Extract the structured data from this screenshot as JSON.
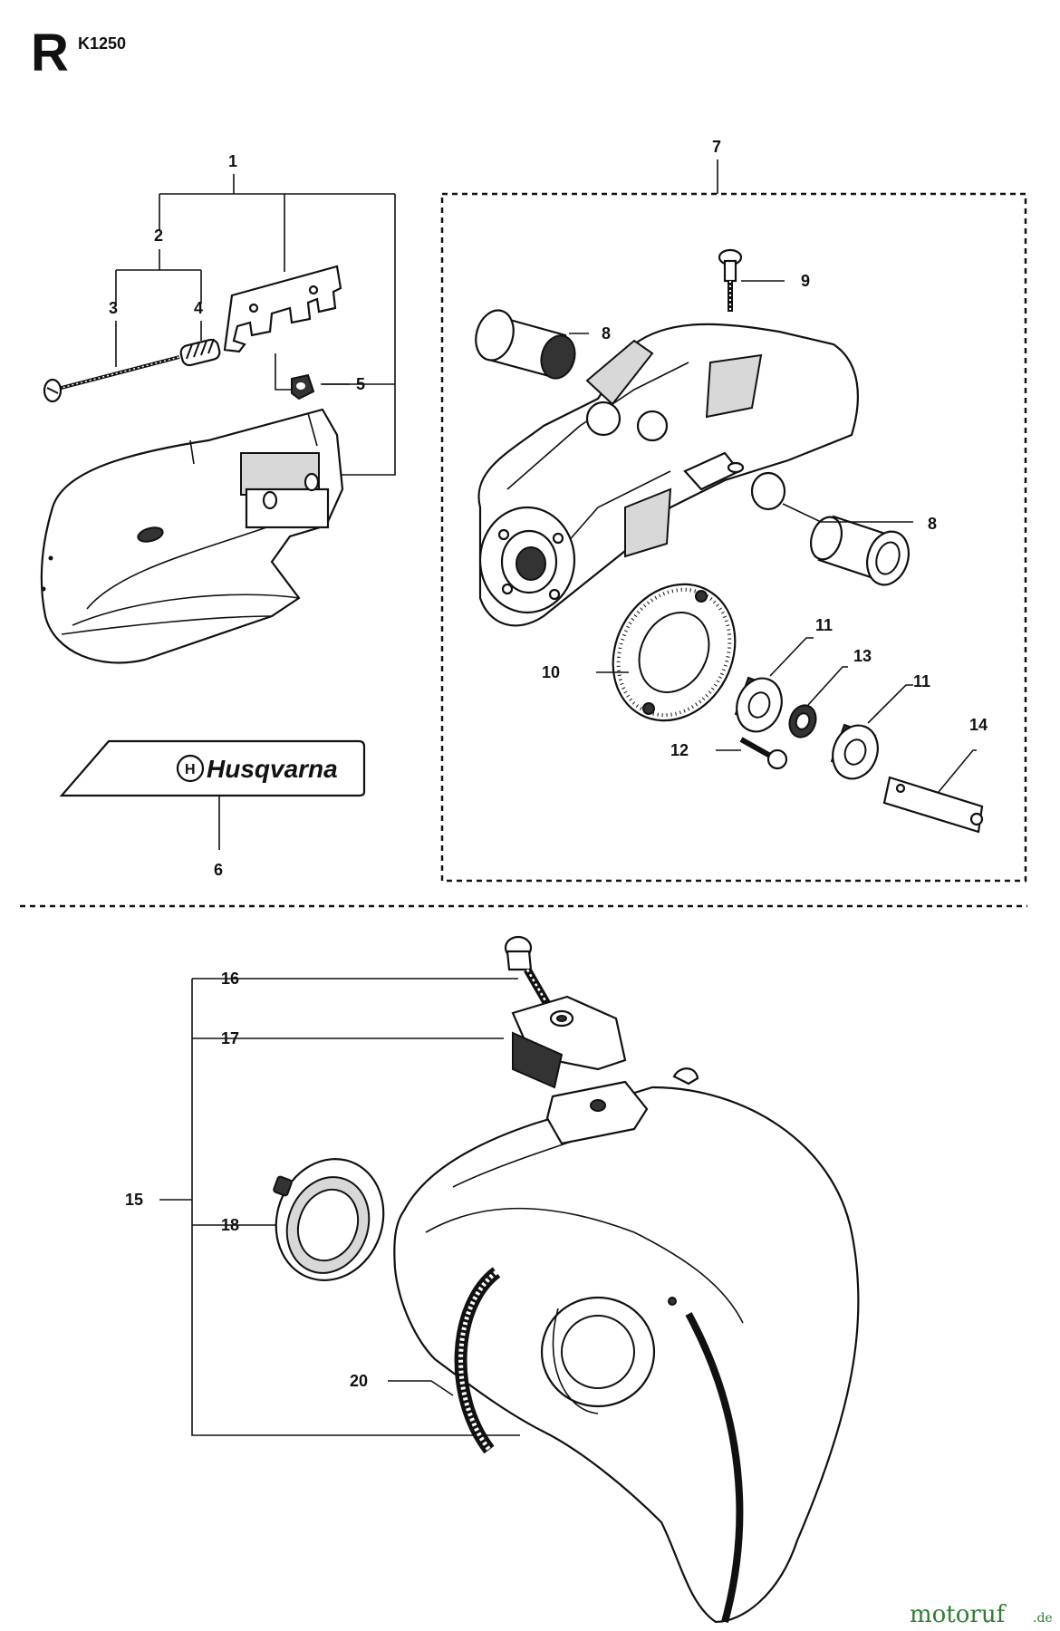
{
  "header": {
    "section_letter": "R",
    "model": "K1250"
  },
  "callouts": {
    "c1": "1",
    "c2": "2",
    "c3": "3",
    "c4": "4",
    "c5": "5",
    "c6": "6",
    "c7": "7",
    "c8a": "8",
    "c8b": "8",
    "c9": "9",
    "c10": "10",
    "c11a": "11",
    "c11b": "11",
    "c12": "12",
    "c13": "13",
    "c14": "14",
    "c15": "15",
    "c16": "16",
    "c17": "17",
    "c18": "18",
    "c20": "20"
  },
  "decal_text": "Husqvarna",
  "watermark": {
    "brand": "motoruf",
    "tld": ".de"
  },
  "colors": {
    "ink": "#111111",
    "watermark": "#2e7d32"
  }
}
